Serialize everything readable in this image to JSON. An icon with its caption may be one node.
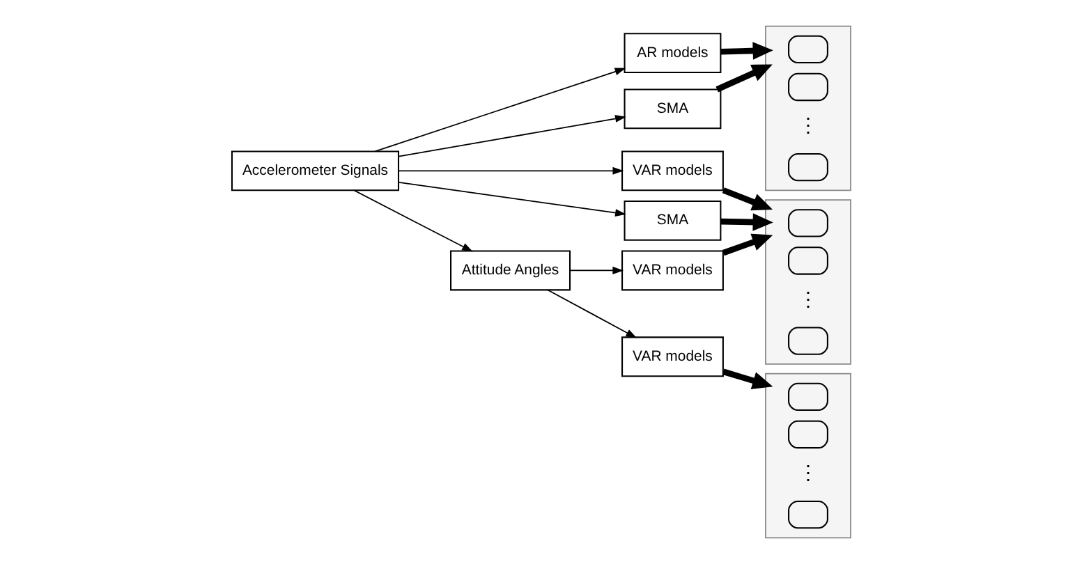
{
  "diagram": {
    "nodes": [
      {
        "text": [
          "Accelerometer Signals"
        ]
      },
      {
        "text": [
          "AR models"
        ]
      },
      {
        "text": [
          "SMA"
        ]
      },
      {
        "text": [
          "VAR models"
        ]
      },
      {
        "text": [
          "SMA"
        ]
      },
      {
        "text": [
          "VAR models"
        ]
      },
      {
        "text": [
          "Attitude Angles"
        ]
      },
      {
        "text": [
          "VAR models"
        ]
      },
      {
        "text": [],
        "shape": "box"
      },
      {
        "text": [],
        "shape": "box",
        "in": 8
      },
      {
        "text": [],
        "shape": "box",
        "in": 8
      },
      {
        "text": [],
        "shape": "box",
        "in": 8
      },
      {
        "text": [],
        "shape": "box"
      },
      {
        "text": [],
        "shape": "box",
        "in": 12
      },
      {
        "text": [],
        "shape": "box",
        "in": 12
      },
      {
        "text": [],
        "shape": "box",
        "in": 12
      },
      {
        "text": [],
        "shape": "box"
      },
      {
        "text": [],
        "shape": "box",
        "in": 16
      },
      {
        "text": [],
        "shape": "box",
        "in": 16
      },
      {
        "text": [],
        "shape": "box",
        "in": 16
      }
    ],
    "edges": [
      {
        "from": 0,
        "to": 1,
        "arrow": "to"
      },
      {
        "from": 0,
        "to": 2,
        "arrow": "to"
      },
      {
        "from": 0,
        "to": 3,
        "arrow": "to"
      },
      {
        "from": 0,
        "to": 4,
        "arrow": "to"
      },
      {
        "from": 0,
        "to": 6,
        "arrow": "to"
      },
      {
        "from": 6,
        "to": 5,
        "arrow": "to"
      },
      {
        "from": 6,
        "to": 7,
        "arrow": "to"
      },
      {
        "from": 1,
        "to": 8,
        "arrow": "to",
        "style": "thick"
      },
      {
        "from": 2,
        "to": 8,
        "arrow": "to",
        "style": "thick"
      },
      {
        "from": 3,
        "to": 12,
        "arrow": "to",
        "style": "thick"
      },
      {
        "from": 4,
        "to": 12,
        "arrow": "to",
        "style": "thick"
      },
      {
        "from": 5,
        "to": 12,
        "arrow": "to",
        "style": "thick"
      },
      {
        "from": 7,
        "to": 16,
        "arrow": "to",
        "style": "thick"
      }
    ],
    "labels": [
      "⋮",
      "⋮",
      "⋮"
    ]
  }
}
